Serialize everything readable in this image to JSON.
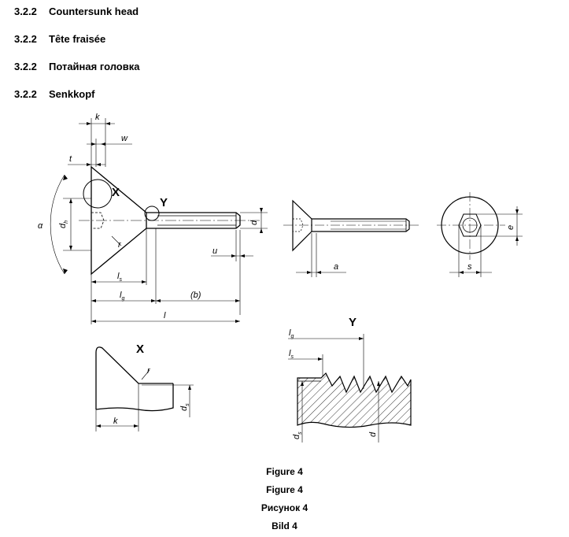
{
  "headings": [
    {
      "number": "3.2.2",
      "title": "Countersunk head"
    },
    {
      "number": "3.2.2",
      "title": "Tête fraisée"
    },
    {
      "number": "3.2.2",
      "title": "Потайная головка"
    },
    {
      "number": "3.2.2",
      "title": "Senkkopf"
    }
  ],
  "labels": {
    "k": "k",
    "w": "w",
    "t": "t",
    "alpha": "α",
    "X": "X",
    "Y": "Y",
    "d": "d",
    "d_base": "d",
    "d_sub_h": "h",
    "d_sub_s": "s",
    "r": "r",
    "u": "u",
    "a": "a",
    "e": "e",
    "s": "s",
    "l": "l",
    "l_sub_s": "s",
    "l_sub_g": "g",
    "b": "(b)"
  },
  "captions": [
    "Figure 4",
    "Figure 4",
    "Рисунок 4",
    "Bild 4"
  ],
  "colors": {
    "line": "#000000",
    "background": "#ffffff"
  }
}
